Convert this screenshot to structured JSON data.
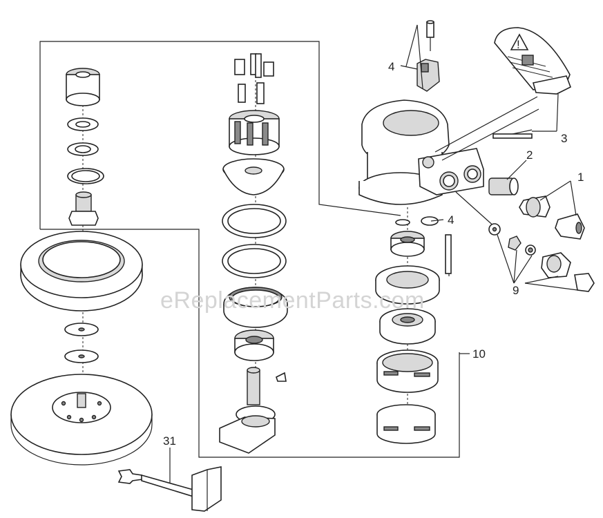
{
  "watermark": "eReplacementParts.com",
  "callouts": {
    "c1": "1",
    "c2": "2",
    "c3": "3",
    "c4a": "4",
    "c4b": "4",
    "c9": "9",
    "c10": "10",
    "c31": "31"
  },
  "warning_tag_glyph": "!"
}
